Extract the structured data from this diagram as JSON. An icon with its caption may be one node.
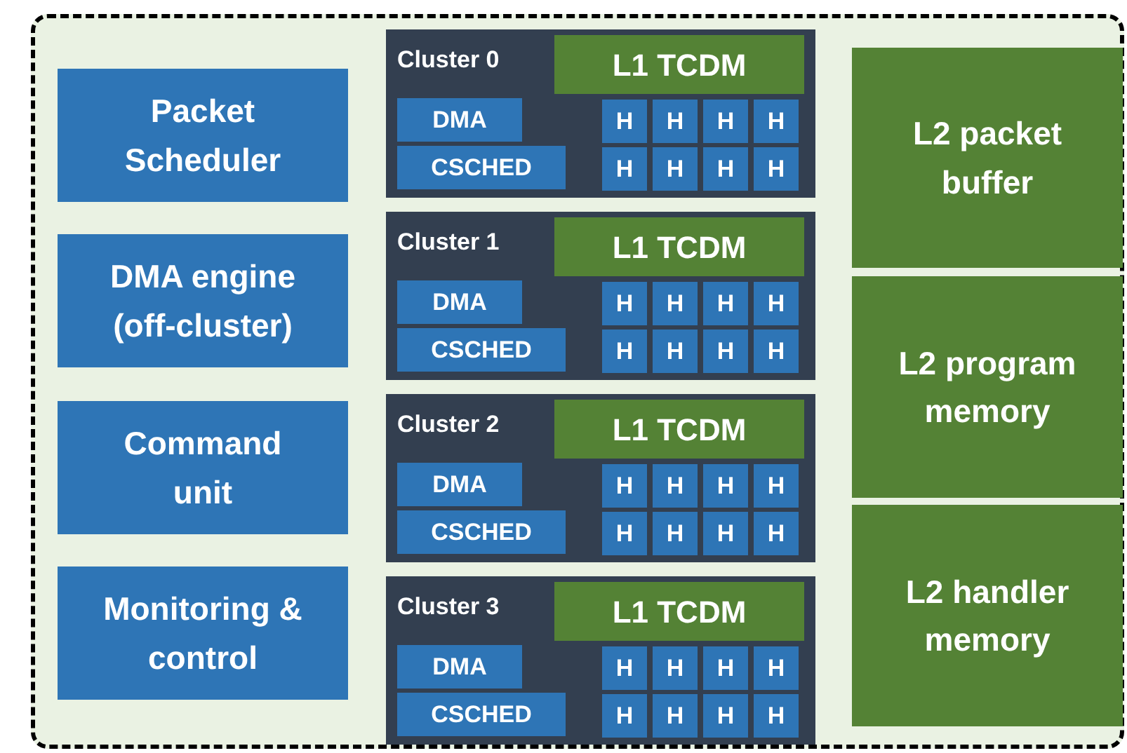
{
  "diagram": {
    "nodes": [
      {
        "text": [],
        "shape": "box"
      },
      {
        "text": [
          "Packet Scheduler"
        ],
        "in": 0
      },
      {
        "text": [
          "DMA engine (off-cluster)"
        ],
        "in": 0
      },
      {
        "text": [
          "Command unit"
        ],
        "in": 0
      },
      {
        "text": [
          "Monitoring & control"
        ],
        "in": 0
      },
      {
        "text": [
          "Cluster 0"
        ],
        "in": 0
      },
      {
        "text": [
          "L1 TCDM"
        ],
        "in": 5
      },
      {
        "text": [
          "DMA"
        ],
        "in": 5
      },
      {
        "text": [
          "CSCHED"
        ],
        "in": 5
      },
      {
        "text": [
          "H"
        ],
        "in": 5
      },
      {
        "text": [
          "H"
        ],
        "in": 5
      },
      {
        "text": [
          "H"
        ],
        "in": 5
      },
      {
        "text": [
          "H"
        ],
        "in": 5
      },
      {
        "text": [
          "H"
        ],
        "in": 5
      },
      {
        "text": [
          "H"
        ],
        "in": 5
      },
      {
        "text": [
          "H"
        ],
        "in": 5
      },
      {
        "text": [
          "H"
        ],
        "in": 5
      },
      {
        "text": [
          "Cluster 1"
        ],
        "in": 0
      },
      {
        "text": [
          "L1 TCDM"
        ],
        "in": 17
      },
      {
        "text": [
          "DMA"
        ],
        "in": 17
      },
      {
        "text": [
          "CSCHED"
        ],
        "in": 17
      },
      {
        "text": [
          "H"
        ],
        "in": 17
      },
      {
        "text": [
          "H"
        ],
        "in": 17
      },
      {
        "text": [
          "H"
        ],
        "in": 17
      },
      {
        "text": [
          "H"
        ],
        "in": 17
      },
      {
        "text": [
          "H"
        ],
        "in": 17
      },
      {
        "text": [
          "H"
        ],
        "in": 17
      },
      {
        "text": [
          "H"
        ],
        "in": 17
      },
      {
        "text": [
          "H"
        ],
        "in": 17
      },
      {
        "text": [
          "Cluster 2"
        ],
        "in": 0
      },
      {
        "text": [
          "L1 TCDM"
        ],
        "in": 29
      },
      {
        "text": [
          "DMA"
        ],
        "in": 29
      },
      {
        "text": [
          "CSCHED"
        ],
        "in": 29
      },
      {
        "text": [
          "H"
        ],
        "in": 29
      },
      {
        "text": [
          "H"
        ],
        "in": 29
      },
      {
        "text": [
          "H"
        ],
        "in": 29
      },
      {
        "text": [
          "H"
        ],
        "in": 29
      },
      {
        "text": [
          "H"
        ],
        "in": 29
      },
      {
        "text": [
          "H"
        ],
        "in": 29
      },
      {
        "text": [
          "H"
        ],
        "in": 29
      },
      {
        "text": [
          "H"
        ],
        "in": 29
      },
      {
        "text": [
          "Cluster 3"
        ],
        "in": 0
      },
      {
        "text": [
          "L1 TCDM"
        ],
        "in": 41
      },
      {
        "text": [
          "DMA"
        ],
        "in": 41
      },
      {
        "text": [
          "CSCHED"
        ],
        "in": 41
      },
      {
        "text": [
          "H"
        ],
        "in": 41
      },
      {
        "text": [
          "H"
        ],
        "in": 41
      },
      {
        "text": [
          "H"
        ],
        "in": 41
      },
      {
        "text": [
          "H"
        ],
        "in": 41
      },
      {
        "text": [
          "H"
        ],
        "in": 41
      },
      {
        "text": [
          "H"
        ],
        "in": 41
      },
      {
        "text": [
          "H"
        ],
        "in": 41
      },
      {
        "text": [
          "H"
        ],
        "in": 41
      },
      {
        "text": [
          "L2 packet buffer"
        ],
        "in": 0
      },
      {
        "text": [
          "L2 program memory"
        ],
        "in": 0
      },
      {
        "text": [
          "L2 handler memory"
        ],
        "in": 0
      }
    ]
  }
}
